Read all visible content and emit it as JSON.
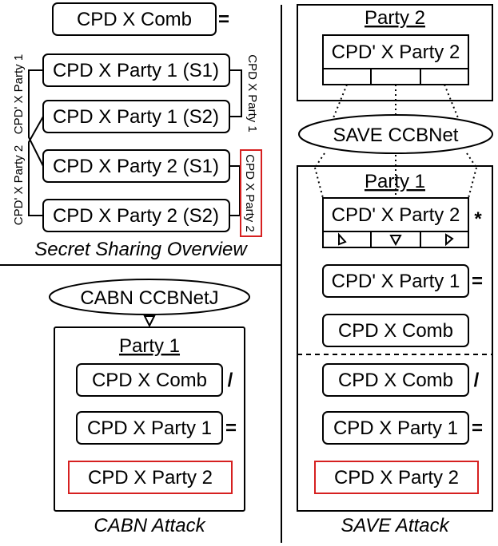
{
  "secret_sharing": {
    "comb_label": "CPD X Comb",
    "comb_op": "=",
    "p1s1": "CPD X Party 1 (S1)",
    "p1s2": "CPD X Party 1 (S2)",
    "p2s1": "CPD X Party 2 (S1)",
    "p2s2": "CPD X Party 2 (S2)",
    "left_top_label": "CPD' X Party 1",
    "left_bottom_label": "CPD' X Party 2",
    "right_top_label": "CPD X Party 1",
    "right_bottom_label": "CPD X Party 2",
    "caption": "Secret Sharing Overview"
  },
  "cabn": {
    "model_label": "CABN CCBNetJ",
    "party_title": "Party 1",
    "comb_label": "CPD X Comb",
    "comb_op": "/",
    "p1_label": "CPD X Party 1",
    "p1_op": "=",
    "p2_label": "CPD X Party 2",
    "caption": "CABN Attack"
  },
  "save": {
    "party2_title": "Party 2",
    "party2_cpd": "CPD' X Party 2",
    "model_label": "SAVE CCBNet",
    "party1_title": "Party 1",
    "party1_cpd2": "CPD' X Party 2",
    "star": "*",
    "party1_cpd1": "CPD' X Party 1",
    "cpd1_op": "=",
    "comb_upper": "CPD X Comb",
    "comb_lower": "CPD X Comb",
    "comb_lower_op": "/",
    "p1_label": "CPD X Party 1",
    "p1_op": "=",
    "p2_label": "CPD X Party 2",
    "caption": "SAVE Attack"
  },
  "colors": {
    "stroke": "#000000",
    "highlight": "#d62020",
    "background": "#ffffff"
  }
}
